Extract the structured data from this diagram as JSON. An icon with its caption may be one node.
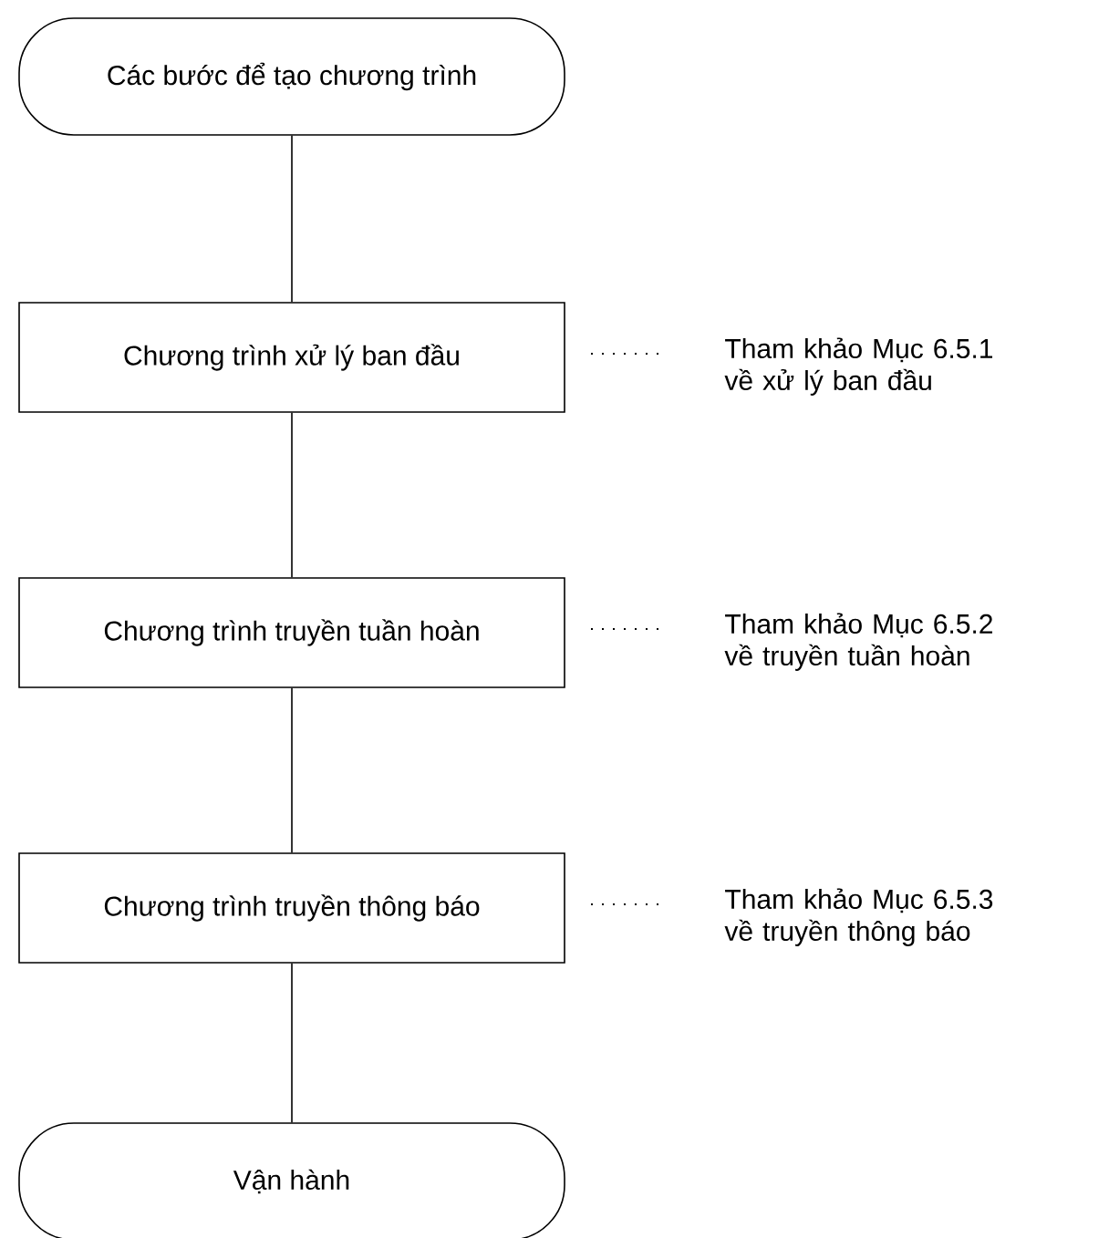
{
  "diagram": {
    "nodes": [
      {
        "text": [
          "Các bước để tạo chương trình"
        ]
      },
      {
        "text": [
          "Chương trình xử lý ban đầu"
        ]
      },
      {
        "text": [
          "Chương trình truyền tuần hoàn"
        ]
      },
      {
        "text": [
          "Chương trình truyền thông báo"
        ]
      },
      {
        "text": [
          "Vận hành"
        ]
      }
    ],
    "edges": [
      {
        "from": 0,
        "to": 1,
        "arrow": "none"
      },
      {
        "from": 1,
        "to": 2,
        "arrow": "none"
      },
      {
        "from": 2,
        "to": 3,
        "arrow": "none"
      },
      {
        "from": 3,
        "to": 4,
        "arrow": "none"
      }
    ],
    "labels": [
      "Tham khảo Mục 6.5.1 về xử lý ban đầu",
      "Tham khảo Mục 6.5.2 về truyền tuần hoàn",
      "Tham khảo Mục 6.5.3 về truyền thông báo"
    ]
  }
}
